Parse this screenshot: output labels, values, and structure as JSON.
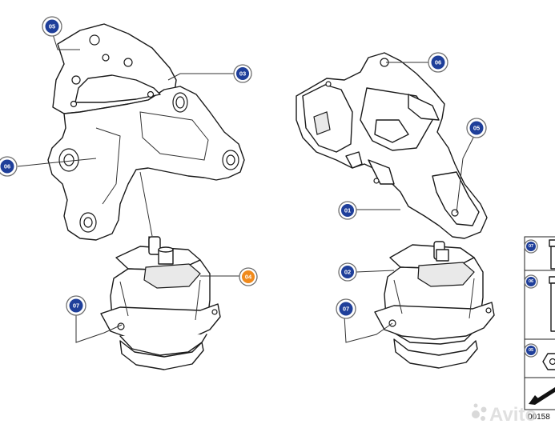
{
  "callouts": [
    {
      "id": "c05a",
      "label": "05",
      "color": "blue"
    },
    {
      "id": "c03",
      "label": "03",
      "color": "blue"
    },
    {
      "id": "c06a",
      "label": "06",
      "color": "blue"
    },
    {
      "id": "c04",
      "label": "04",
      "color": "orange"
    },
    {
      "id": "c07a",
      "label": "07",
      "color": "blue"
    },
    {
      "id": "c06b",
      "label": "06",
      "color": "blue"
    },
    {
      "id": "c05b",
      "label": "05",
      "color": "blue"
    },
    {
      "id": "c01",
      "label": "01",
      "color": "blue"
    },
    {
      "id": "c02",
      "label": "02",
      "color": "blue"
    },
    {
      "id": "c07b",
      "label": "07",
      "color": "blue"
    }
  ],
  "legend": {
    "items": [
      {
        "label": "07",
        "icon": "bolt-icon"
      },
      {
        "label": "06",
        "icon": "bolt-icon"
      },
      {
        "label": "05",
        "icon": "nut-icon"
      }
    ]
  },
  "diagram_code": "00158",
  "watermark": "Avito",
  "colors": {
    "badge_blue": "#1f3f9a",
    "badge_orange": "#f08a1c"
  }
}
